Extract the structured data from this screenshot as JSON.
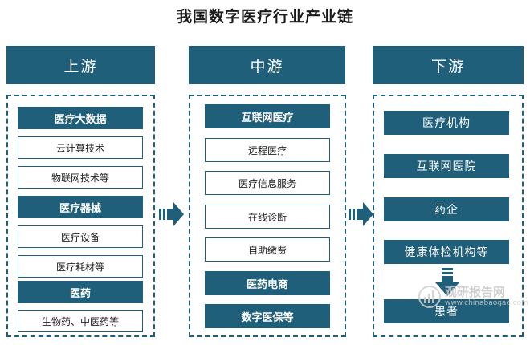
{
  "title": "我国数字医疗行业产业链",
  "colors": {
    "primary": "#1f5f79",
    "watermark": "#c9c9c9"
  },
  "upstream": {
    "header": "上游",
    "items": [
      {
        "label": "医疗大数据",
        "style": "dark"
      },
      {
        "label": "云计算技术",
        "style": "light"
      },
      {
        "label": "物联网技术等",
        "style": "light"
      },
      {
        "label": "医疗器械",
        "style": "dark"
      },
      {
        "label": "医疗设备",
        "style": "light"
      },
      {
        "label": "医疗耗材等",
        "style": "light"
      },
      {
        "label": "医药",
        "style": "dark"
      },
      {
        "label": "生物药、中医药等",
        "style": "light"
      }
    ]
  },
  "midstream": {
    "header": "中游",
    "items": [
      {
        "label": "互联网医疗",
        "style": "dark"
      },
      {
        "label": "远程医疗",
        "style": "light"
      },
      {
        "label": "医疗信息服务",
        "style": "light"
      },
      {
        "label": "在线诊断",
        "style": "light"
      },
      {
        "label": "自助缴费",
        "style": "light"
      },
      {
        "label": "医药电商",
        "style": "dark"
      },
      {
        "label": "数字医保等",
        "style": "dark"
      }
    ]
  },
  "downstream": {
    "header": "下游",
    "items": [
      {
        "label": "医疗机构",
        "style": "dark"
      },
      {
        "label": "互联网医院",
        "style": "dark"
      },
      {
        "label": "药企",
        "style": "dark"
      },
      {
        "label": "健康体检机构等",
        "style": "dark"
      },
      {
        "label": "患者",
        "style": "dark"
      }
    ]
  },
  "watermark": {
    "cn": "观研报告网",
    "en": "www.chinabaogao.com",
    "icon": "chart-logo-icon"
  }
}
